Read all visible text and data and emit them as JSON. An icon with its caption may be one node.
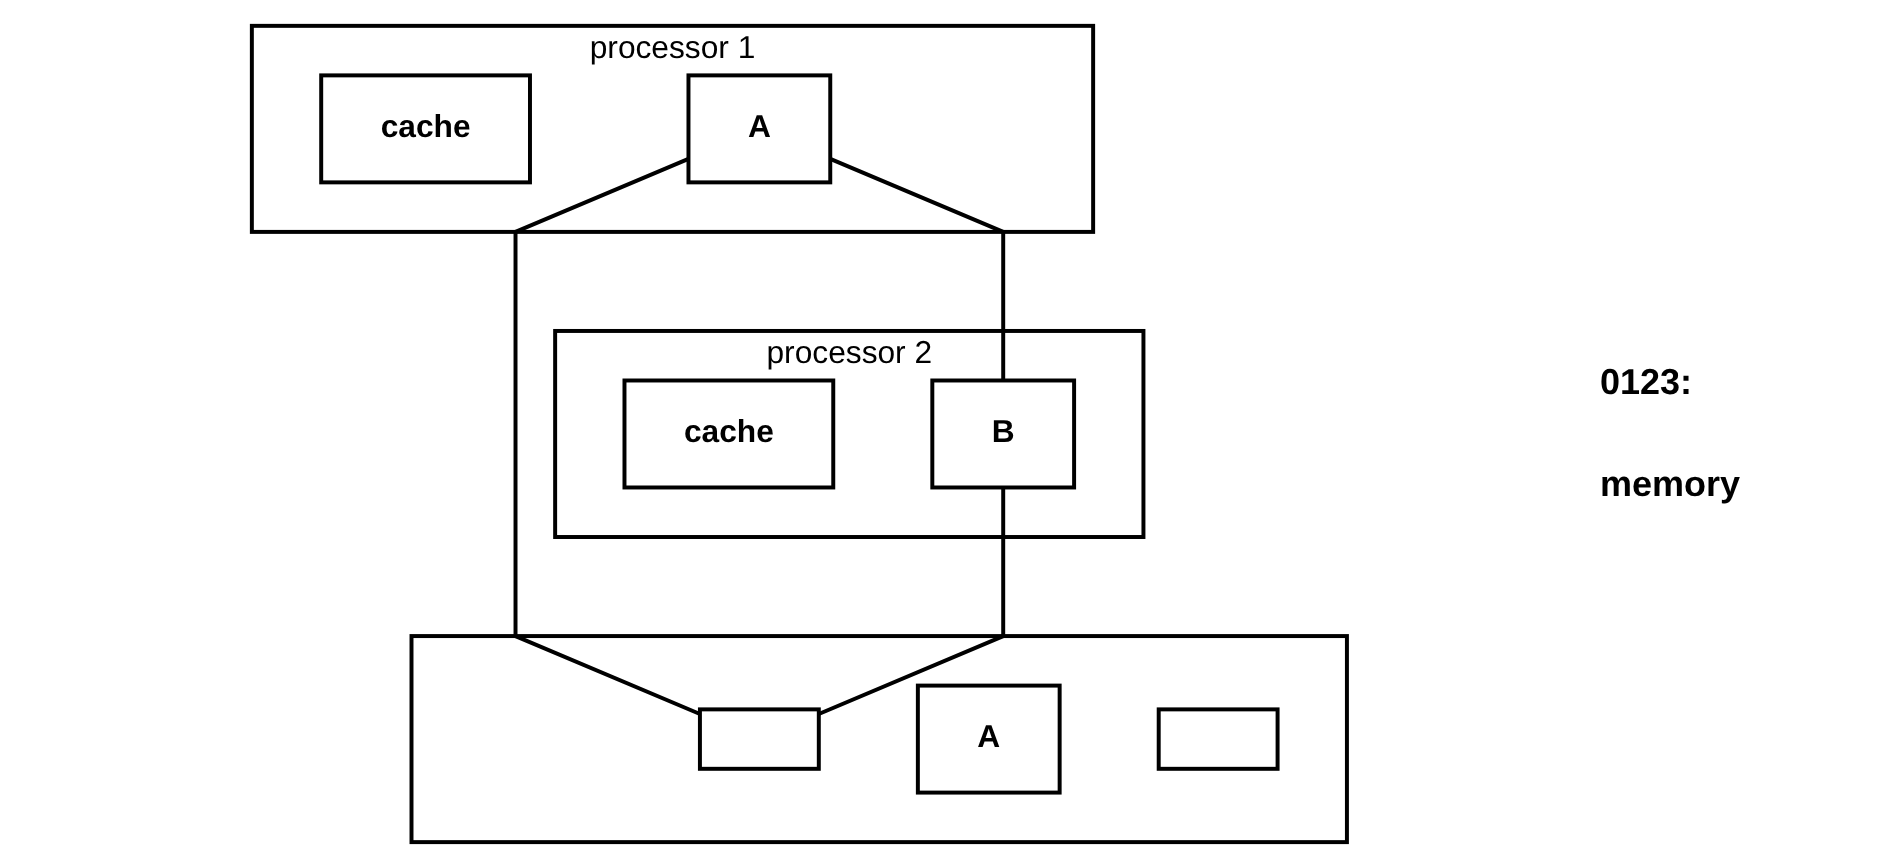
{
  "diagram": {
    "nodes": [
      {
        "text": [
          "processor 1"
        ]
      },
      {
        "text": [
          "cache"
        ],
        "in": 0
      },
      {
        "text": [
          "A"
        ],
        "in": 0
      },
      {
        "text": [
          "processor 2"
        ]
      },
      {
        "text": [
          "cache"
        ],
        "in": 3
      },
      {
        "text": [
          "B"
        ],
        "in": 3
      },
      {
        "text": [],
        "shape": "box"
      },
      {
        "text": [],
        "shape": "box",
        "in": 6
      },
      {
        "text": [
          "A"
        ],
        "in": 6
      },
      {
        "text": [],
        "shape": "box",
        "in": 6
      }
    ],
    "edges": [
      {
        "from": 2,
        "to": 5,
        "arrow": "none"
      },
      {
        "from": 2,
        "to": 7,
        "arrow": "none"
      },
      {
        "from": 5,
        "to": 7,
        "arrow": "none"
      }
    ],
    "labels": [
      "0123:",
      "memory"
    ]
  }
}
